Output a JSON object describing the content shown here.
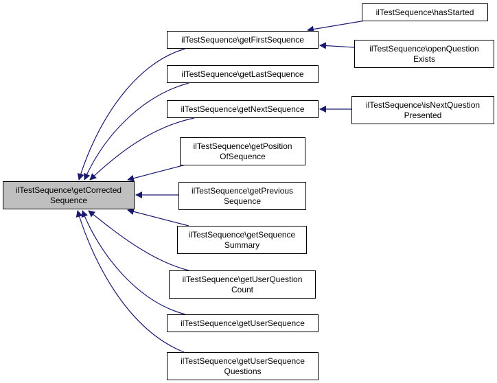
{
  "diagram": {
    "type": "call-graph",
    "edge_color": "#191970",
    "root_fill": "#bfbfbf",
    "node_fill": "#ffffff",
    "nodes": [
      {
        "id": "getCorrectedSequence",
        "lines": [
          "ilTestSequence\\getCorrected",
          "Sequence"
        ],
        "root": true
      },
      {
        "id": "getFirstSequence",
        "lines": [
          "ilTestSequence\\getFirstSequence"
        ]
      },
      {
        "id": "getLastSequence",
        "lines": [
          "ilTestSequence\\getLastSequence"
        ]
      },
      {
        "id": "getNextSequence",
        "lines": [
          "ilTestSequence\\getNextSequence"
        ]
      },
      {
        "id": "getPositionOfSequence",
        "lines": [
          "ilTestSequence\\getPosition",
          "OfSequence"
        ]
      },
      {
        "id": "getPreviousSequence",
        "lines": [
          "ilTestSequence\\getPrevious",
          "Sequence"
        ]
      },
      {
        "id": "getSequenceSummary",
        "lines": [
          "ilTestSequence\\getSequence",
          "Summary"
        ]
      },
      {
        "id": "getUserQuestionCount",
        "lines": [
          "ilTestSequence\\getUserQuestion",
          "Count"
        ]
      },
      {
        "id": "getUserSequence",
        "lines": [
          "ilTestSequence\\getUserSequence"
        ]
      },
      {
        "id": "getUserSequenceQuestions",
        "lines": [
          "ilTestSequence\\getUserSequence",
          "Questions"
        ]
      },
      {
        "id": "hasStarted",
        "lines": [
          "ilTestSequence\\hasStarted"
        ]
      },
      {
        "id": "openQuestionExists",
        "lines": [
          "ilTestSequence\\openQuestion",
          "Exists"
        ]
      },
      {
        "id": "isNextQuestionPresented",
        "lines": [
          "ilTestSequence\\isNextQuestion",
          "Presented"
        ]
      }
    ],
    "edges": [
      {
        "from": "getFirstSequence",
        "to": "getCorrectedSequence"
      },
      {
        "from": "getLastSequence",
        "to": "getCorrectedSequence"
      },
      {
        "from": "getNextSequence",
        "to": "getCorrectedSequence"
      },
      {
        "from": "getPositionOfSequence",
        "to": "getCorrectedSequence"
      },
      {
        "from": "getPreviousSequence",
        "to": "getCorrectedSequence"
      },
      {
        "from": "getSequenceSummary",
        "to": "getCorrectedSequence"
      },
      {
        "from": "getUserQuestionCount",
        "to": "getCorrectedSequence"
      },
      {
        "from": "getUserSequence",
        "to": "getCorrectedSequence"
      },
      {
        "from": "getUserSequenceQuestions",
        "to": "getCorrectedSequence"
      },
      {
        "from": "hasStarted",
        "to": "getFirstSequence"
      },
      {
        "from": "openQuestionExists",
        "to": "getFirstSequence"
      },
      {
        "from": "isNextQuestionPresented",
        "to": "getNextSequence"
      }
    ]
  }
}
